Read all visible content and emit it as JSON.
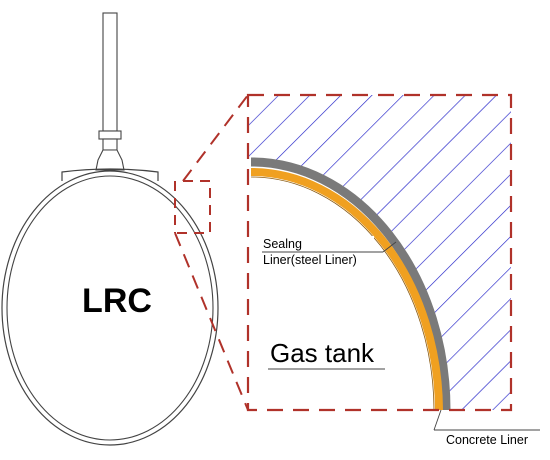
{
  "diagram": {
    "tank_label": "LRC",
    "gas_label": "Gas tank",
    "sealing_label_line1": "Sealng",
    "sealing_label_line2": "Liner(steel Liner)",
    "concrete_label": "Concrete Liner"
  },
  "colors": {
    "hatch": "#2323c8",
    "dash": "#b0322a",
    "steel_liner": "#7a7a7a",
    "concrete_liner": "#f0a020",
    "outline": "#444444"
  }
}
